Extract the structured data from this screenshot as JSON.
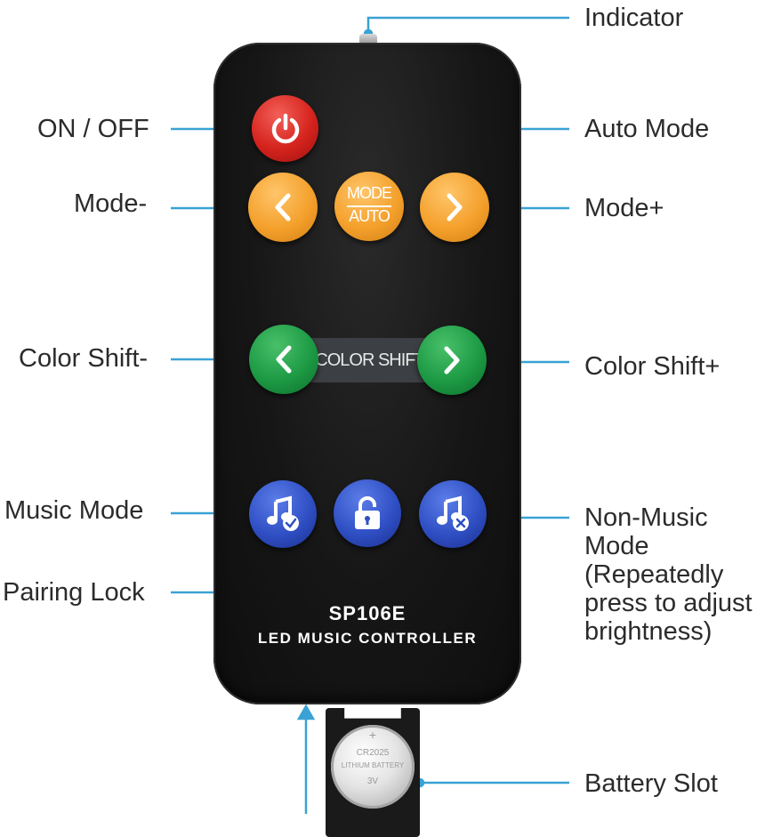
{
  "labels": {
    "indicator": "Indicator",
    "on_off": "ON / OFF",
    "auto_mode": "Auto Mode",
    "mode_minus": "Mode-",
    "mode_plus": "Mode+",
    "color_shift_minus": "Color Shift-",
    "color_shift_plus": "Color Shift+",
    "music_mode": "Music Mode",
    "non_music_mode": [
      "Non-Music",
      "Mode",
      "(Repeatedly",
      "press to adjust",
      "brightness)"
    ],
    "pairing_lock": "Pairing Lock",
    "battery_slot": "Battery Slot"
  },
  "remote": {
    "mode_button_top": "MODE",
    "mode_button_bottom": "AUTO",
    "color_shift_bar": "COLOR SHIFT",
    "model": "SP106E",
    "product": "LED MUSIC CONTROLLER",
    "battery": [
      "+",
      "CR2025",
      "LITHIUM BATTERY",
      "3V"
    ]
  },
  "colors": {
    "leader_line": "#3aa2d4",
    "power_button": "#d5231d",
    "mode_buttons": "#f4a12d",
    "color_buttons": "#1d9a44",
    "music_buttons": "#2f4fc4",
    "remote_body": "#161616"
  },
  "icons": {
    "power": "power-icon",
    "mode_minus": "chevron-left-icon",
    "mode_plus": "chevron-right-icon",
    "color_minus": "chevron-left-icon",
    "color_plus": "chevron-right-icon",
    "music": "music-note-check-icon",
    "lock": "unlock-icon",
    "non_music": "music-note-x-icon"
  }
}
